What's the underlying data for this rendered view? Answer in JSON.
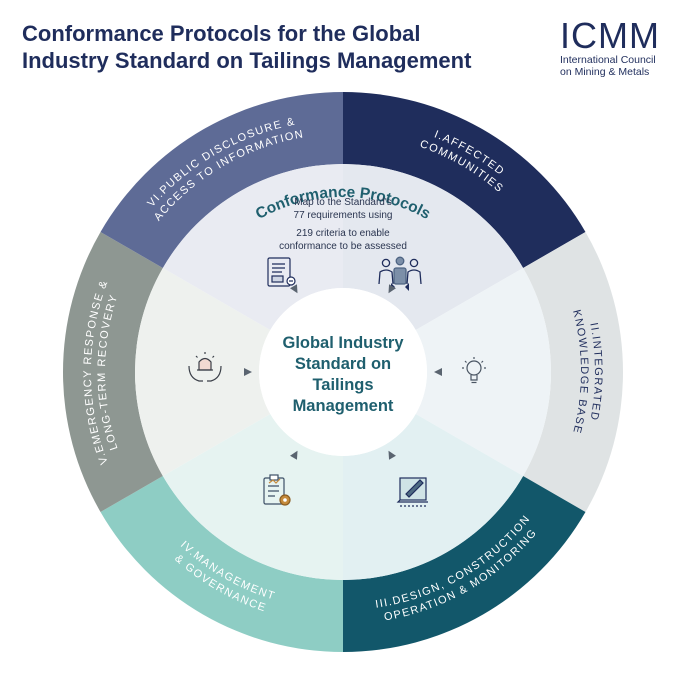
{
  "title": {
    "line1": "Conformance Protocols for the Global",
    "line2": "Industry Standard on Tailings Management"
  },
  "logo": {
    "mark": "ICMM",
    "sub_line1": "International Council",
    "sub_line2": "on Mining & Metals"
  },
  "segments": [
    {
      "id": "affected-communities",
      "line1": "I.AFFECTED",
      "line2": "COMMUNITIES",
      "color": "#1f2d5c"
    },
    {
      "id": "integrated-knowledge-base",
      "line1": "II.INTEGRATED",
      "line2": "KNOWLEDGE BASE",
      "color": "#dfe3e4"
    },
    {
      "id": "design-construction",
      "line1": "III.DESIGN, CONSTRUCTION",
      "line2": "OPERATION & MONITORING",
      "color": "#12576a"
    },
    {
      "id": "management-governance",
      "line1": "IV.MANAGEMENT",
      "line2": "& GOVERNANCE",
      "color": "#8ecdc4"
    },
    {
      "id": "emergency-response",
      "line1": "V.EMERGENCY RESPONSE &",
      "line2": "LONG-TERM RECOVERY",
      "color": "#8e9792"
    },
    {
      "id": "public-disclosure",
      "line1": "VI.PUBLIC DISCLOSURE &",
      "line2": "ACCESS TO INFORMATION",
      "color": "#5e6b96"
    }
  ],
  "inner_sector_colors": [
    "#e4e8ef",
    "#eef3f6",
    "#e2f0f2",
    "#e6f3f1",
    "#eef1ee",
    "#e9ebf2"
  ],
  "inner_icons": [
    "people-icon",
    "lightbulb-icon",
    "blueprint-icon",
    "clipboard-gear-icon",
    "alarm-hands-icon",
    "document-icon"
  ],
  "conformance": {
    "title": "Conformance Protocols",
    "line1": "Map to the Standard's",
    "line2": "77 requirements using",
    "line3": "219 criteria to enable",
    "line4": "conformance to be assessed"
  },
  "center": {
    "line1": "Global Industry",
    "line2": "Standard on",
    "line3": "Tailings",
    "line4": "Management"
  }
}
